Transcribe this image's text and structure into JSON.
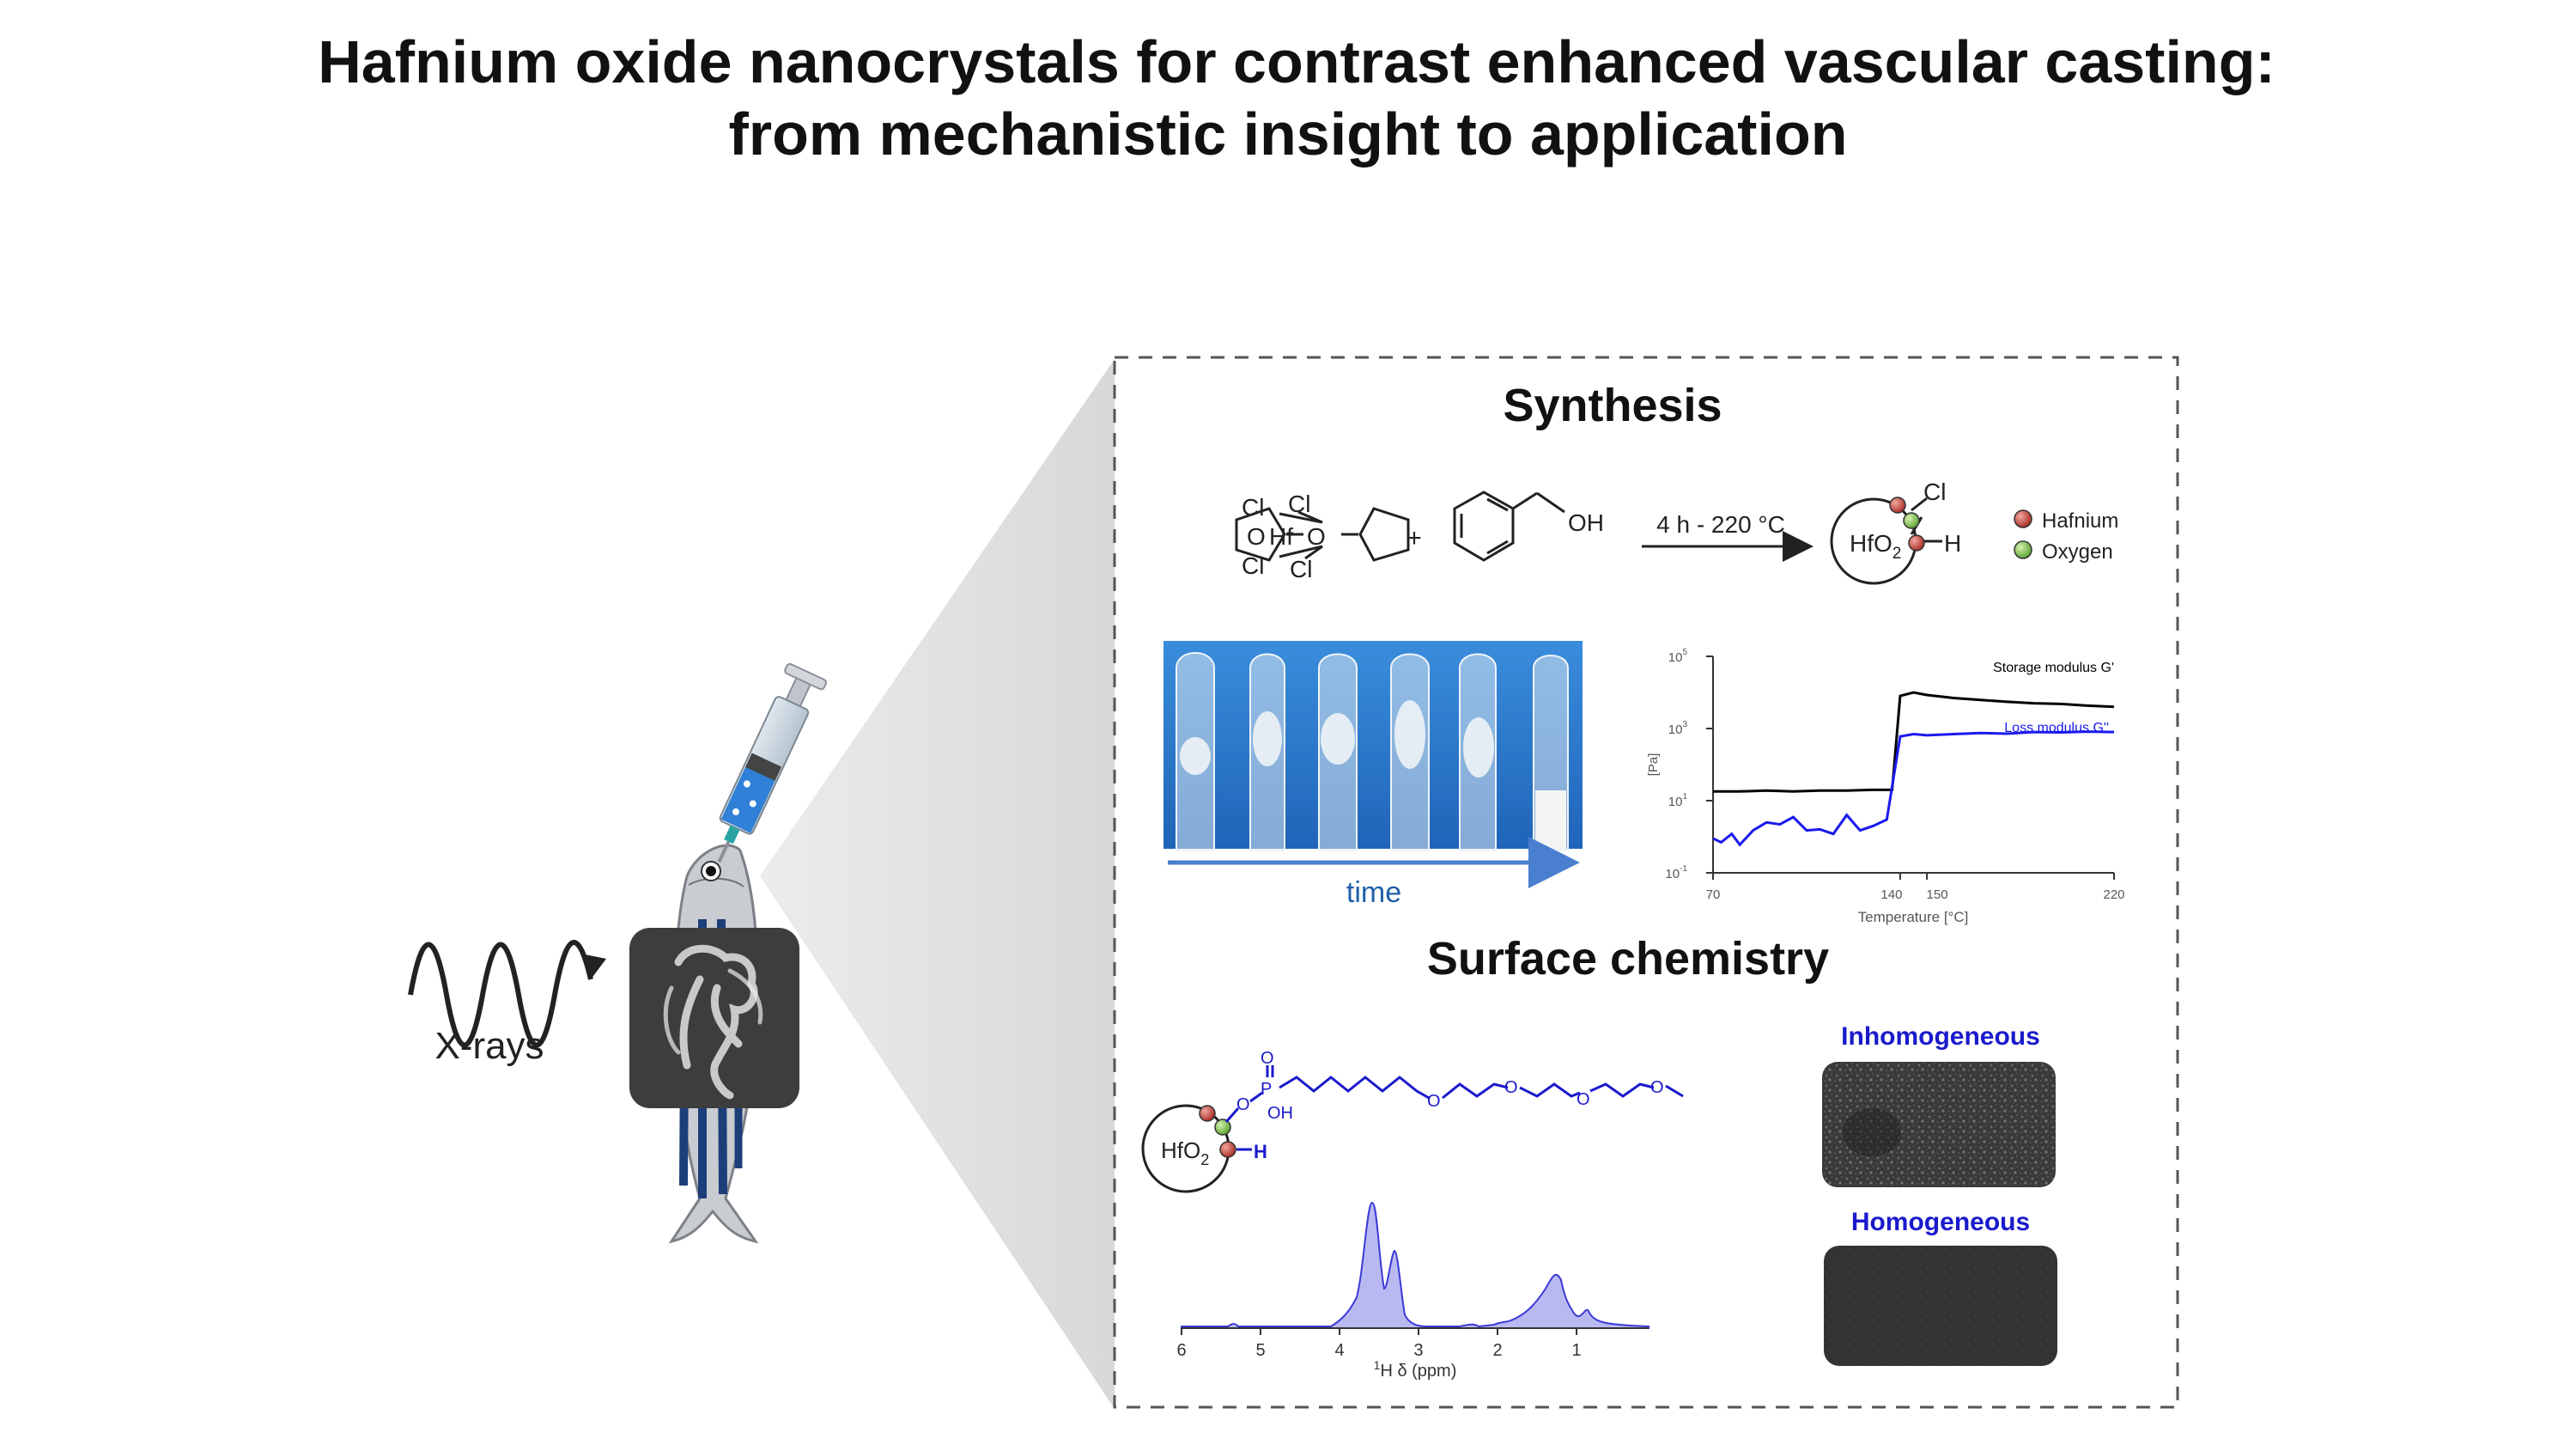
{
  "title": {
    "line1": "Hafnium oxide nanocrystals for contrast enhanced vascular casting:",
    "line2": "from mechanistic insight to application"
  },
  "xray_label": "X-rays",
  "synthesis": {
    "heading": "Synthesis",
    "reactant1": {
      "cl_tl": "Cl",
      "cl_tr": "Cl",
      "cl_bl": "Cl",
      "cl_br": "Cl",
      "o_left": "O",
      "o_right": "O",
      "hf": "Hf"
    },
    "plus": "+",
    "reactant2_oh": "OH",
    "condition": "4 h - 220 °C",
    "product": {
      "core": "HfO",
      "core_sub": "2",
      "cl": "Cl",
      "h": "H"
    },
    "legend": [
      {
        "label": "Hafnium",
        "color": "#c0392b"
      },
      {
        "label": "Oxygen",
        "color": "#7cc242"
      }
    ],
    "time_label": "time"
  },
  "chart_data": {
    "type": "line",
    "ylabel": "[Pa]",
    "xlabel": "Temperature [°C]",
    "x_ticks": [
      "70",
      "140",
      "150",
      "220"
    ],
    "y_ticks": [
      "10",
      "10",
      "10",
      "10"
    ],
    "y_tick_exponents": [
      "5",
      "3",
      "1",
      "-1"
    ],
    "y_log": true,
    "ylim": [
      0.1,
      100000
    ],
    "xlim": [
      70,
      220
    ],
    "series": [
      {
        "name": "Storage modulus G'",
        "color": "#000000",
        "x": [
          70,
          80,
          90,
          100,
          110,
          120,
          130,
          137,
          140,
          145,
          150,
          160,
          170,
          180,
          190,
          200,
          210,
          220
        ],
        "y": [
          18,
          18,
          19,
          18,
          19,
          19,
          20,
          20,
          8000,
          10000,
          8500,
          7000,
          6200,
          5500,
          5000,
          4800,
          4300,
          4000
        ]
      },
      {
        "name": "Loss modulus G''",
        "color": "#1a1aee",
        "x": [
          70,
          73,
          77,
          80,
          85,
          90,
          95,
          100,
          105,
          110,
          115,
          120,
          125,
          130,
          135,
          140,
          145,
          150,
          160,
          170,
          180,
          190,
          200,
          210,
          220
        ],
        "y": [
          0.9,
          0.7,
          1.2,
          0.6,
          1.5,
          2.5,
          2.2,
          3.5,
          1.5,
          1.6,
          1.2,
          4.0,
          1.5,
          2.0,
          3.0,
          600,
          700,
          650,
          700,
          750,
          720,
          800,
          780,
          820,
          800
        ]
      }
    ]
  },
  "surface": {
    "heading": "Surface chemistry",
    "ligand": {
      "p": "P",
      "o_top": "O",
      "oh": "OH",
      "o_link": "O",
      "o1": "O",
      "o2": "O",
      "o3": "O",
      "o4": "O"
    },
    "core": {
      "core": "HfO",
      "core_sub": "2",
      "h": "H"
    },
    "nmr_axis_label": "H δ (ppm)",
    "nmr_axis_sup": "1",
    "nmr_ticks": [
      "6",
      "5",
      "4",
      "3",
      "2",
      "1"
    ],
    "inhomogeneous": "Inhomogeneous",
    "homogeneous": "Homogeneous"
  },
  "colors": {
    "accent_blue": "#1a1acc",
    "nmr_fill": "#b9b9f2",
    "photo_blue": "#2f7fd1",
    "arrow_blue": "#4a7fcf"
  }
}
